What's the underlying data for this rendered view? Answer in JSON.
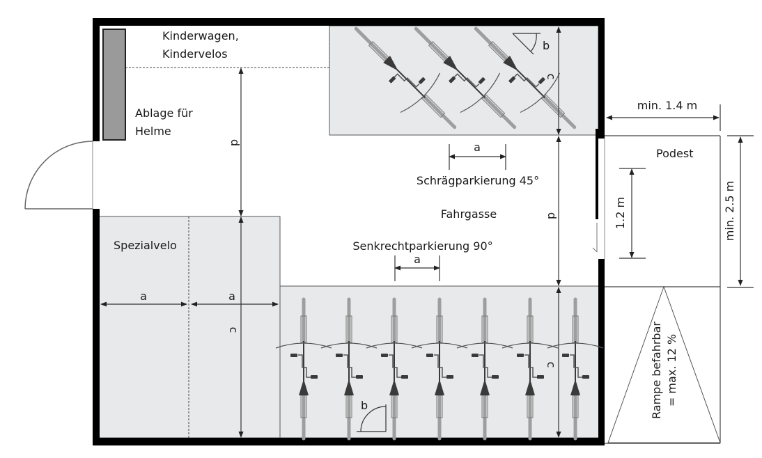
{
  "diagram": {
    "type": "floor-plan",
    "subject": "Bicycle parking room layout",
    "colors": {
      "wall": "#000000",
      "parking_area": "#e8e9ea",
      "shelf": "#9a9a9a",
      "bike": "#9e9e9e",
      "bike_dark": "#3a3a3a",
      "dim_line": "#333333"
    },
    "labels": {
      "kinderwagen_line1": "Kinderwagen,",
      "kinderwagen_line2": "Kindervelos",
      "ablage_line1": "Ablage für",
      "ablage_line2": "Helme",
      "schraeg": "Schrägparkierung 45°",
      "fahrgasse": "Fahrgasse",
      "senkrecht": "Senkrechtparkierung 90°",
      "spezialvelo": "Spezialvelo",
      "podest": "Podest",
      "rampe_line1": "Rampe befahrbar",
      "rampe_line2": "= max. 12 %"
    },
    "dimensions": {
      "a": "a",
      "b": "b",
      "c": "c",
      "d": "d",
      "podest_width": "min. 1.4 m",
      "podest_depth": "min. 2.5 m",
      "door_width": "1.2 m"
    },
    "bikes": {
      "angled_45_count": 3,
      "perpendicular_90_count": 7
    }
  }
}
